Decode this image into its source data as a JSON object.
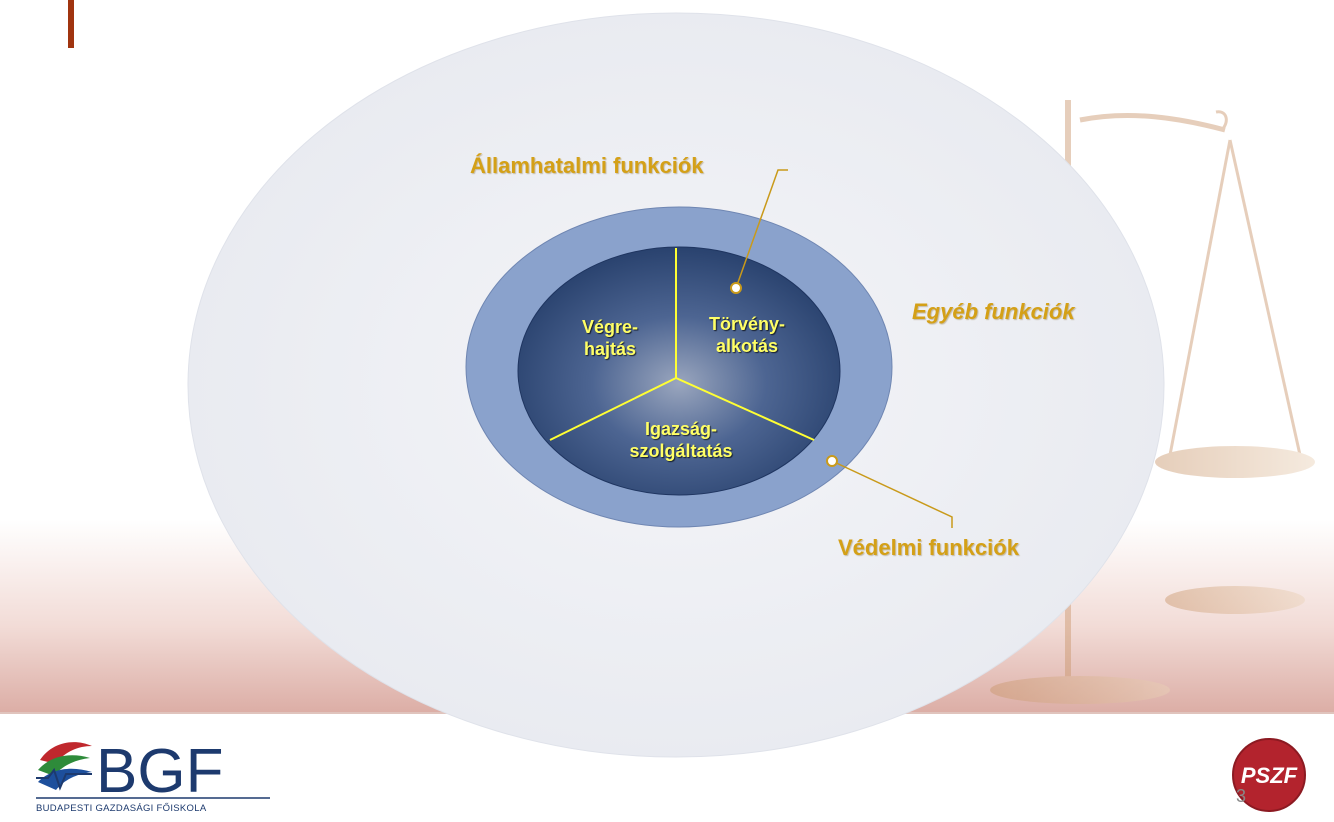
{
  "diagram": {
    "outer_label": "Egyéb funkciók",
    "state_power_label": "Államhatalmi funkciók",
    "protection_label": "Védelmi funkciók",
    "sectors": {
      "executive_line1": "Végre-",
      "executive_line2": "hajtás",
      "legislative_line1": "Törvény-",
      "legislative_line2": "alkotás",
      "judicial_line1": "Igazság-",
      "judicial_line2": "szolgáltatás"
    }
  },
  "footer": {
    "left_logo_text": "BGF",
    "left_logo_subtitle": "BUDAPESTI GAZDASÁGI FŐISKOLA",
    "right_logo_text": "PSZF",
    "slide_number": "3"
  },
  "colors": {
    "outer_ellipse": "#eceef3",
    "middle_ring": "#8aa2cc",
    "inner_core": "#2e4a7a",
    "gold": "#d4a017",
    "sector_text": "#ffff66",
    "accent_bar": "#a0340f"
  }
}
